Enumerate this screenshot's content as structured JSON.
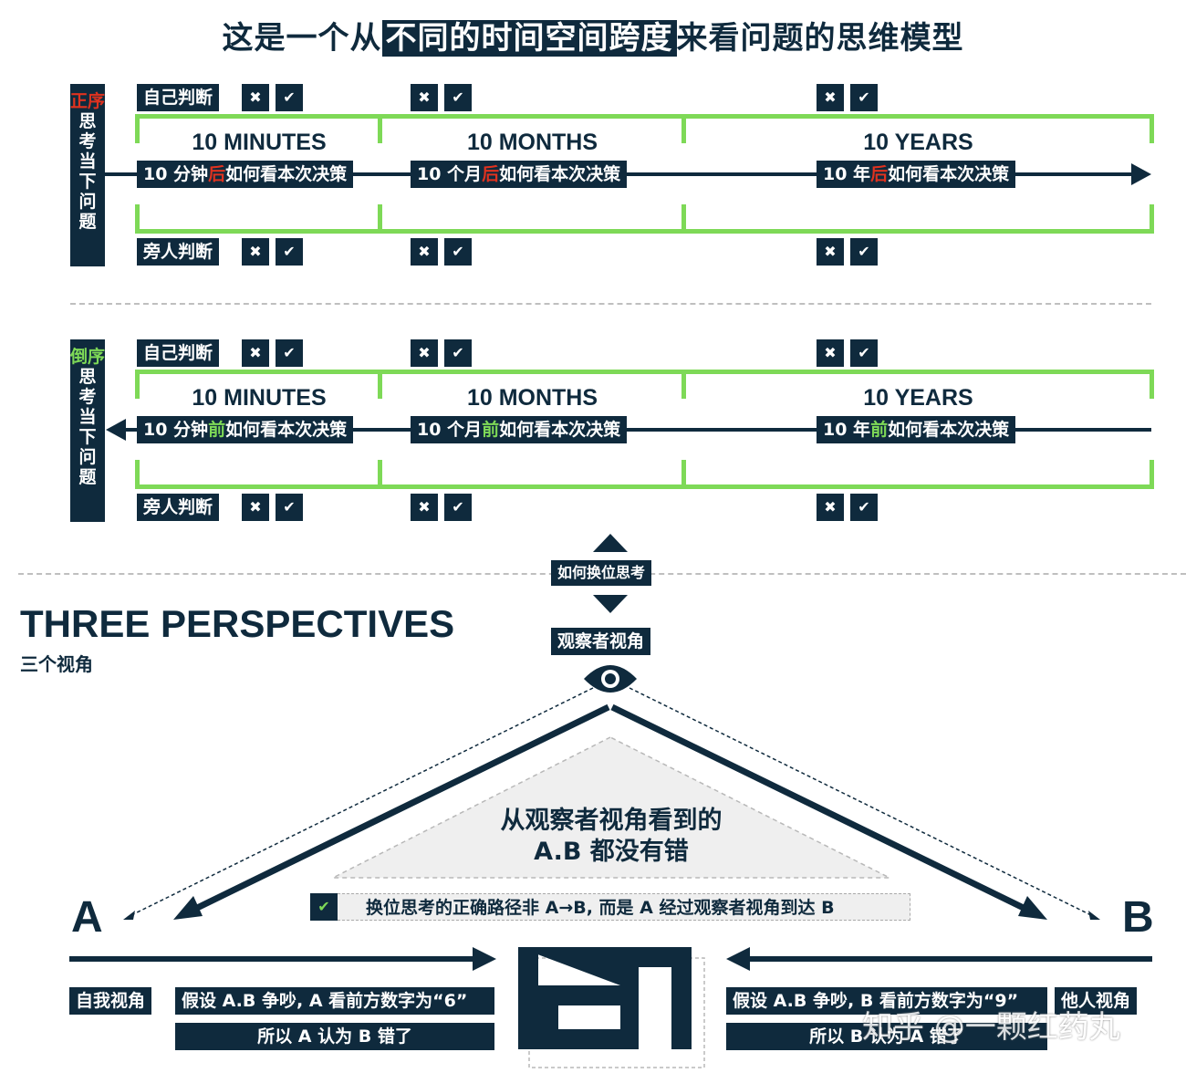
{
  "title": {
    "pre": "这是一个从",
    "highlight": "不同的时间空间跨度",
    "post": "来看问题的思维模型"
  },
  "section_forward": {
    "label_head": "正序",
    "label_chars": [
      "思",
      "考",
      "当",
      "下",
      "问",
      "题"
    ],
    "self_judge": "自己判断",
    "others_judge": "旁人判断",
    "cross": "✖",
    "check": "✔",
    "periods": [
      {
        "title": "10 MINUTES",
        "pre": "10 分钟",
        "key": "后",
        "post": "如何看本次决策"
      },
      {
        "title": "10 MONTHS",
        "pre": "10 个月",
        "key": "后",
        "post": "如何看本次决策"
      },
      {
        "title": "10 YEARS",
        "pre": "10 年",
        "key": "后",
        "post": "如何看本次决策"
      }
    ]
  },
  "section_backward": {
    "label_head": "倒序",
    "label_chars": [
      "思",
      "考",
      "当",
      "下",
      "问",
      "题"
    ],
    "self_judge": "自己判断",
    "others_judge": "旁人判断",
    "cross": "✖",
    "check": "✔",
    "periods": [
      {
        "title": "10 MINUTES",
        "pre": "10 分钟",
        "key": "前",
        "post": "如何看本次决策"
      },
      {
        "title": "10 MONTHS",
        "pre": "10 个月",
        "key": "前",
        "post": "如何看本次决策"
      },
      {
        "title": "10 YEARS",
        "pre": "10 年",
        "key": "前",
        "post": "如何看本次决策"
      }
    ]
  },
  "perspectives": {
    "title": "THREE PERSPECTIVES",
    "subtitle": "三个视角",
    "switch_label": "如何换位思考",
    "observer_label": "观察者视角",
    "triangle_text_1": "从观察者视角看到的",
    "triangle_text_2": "A.B 都没有错",
    "note": "换位思考的正确路径非 A→B, 而是 A 经过观察者视角到达 B",
    "note_check": "✔",
    "left_letter": "A",
    "right_letter": "B",
    "self_view": "自我视角",
    "left_claim": "假设 A.B 争吵, A 看前方数字为“6”",
    "left_conclusion": "所以 A 认为 B 错了",
    "right_claim": "假设 A.B 争吵, B 看前方数字为“9”",
    "right_conclusion": "所以 B 认为 A 错了",
    "other_view": "他人视角"
  },
  "watermark": "知乎 @一颗红药丸",
  "colors": {
    "navy": "#0f2a3d",
    "green": "#7ed957",
    "red": "#e0321f"
  }
}
